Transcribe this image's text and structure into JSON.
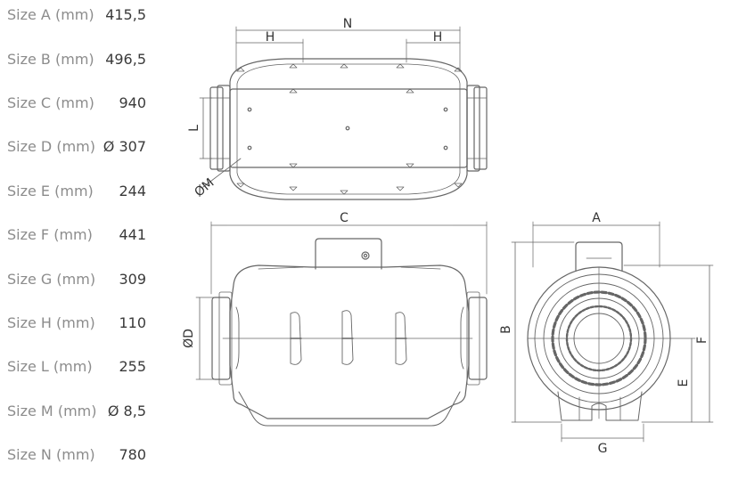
{
  "specs": [
    {
      "label": "Size A (mm)",
      "value": "415,5"
    },
    {
      "label": "Size B (mm)",
      "value": "496,5"
    },
    {
      "label": "Size C (mm)",
      "value": "940"
    },
    {
      "label": "Size D (mm)",
      "value": "Ø 307"
    },
    {
      "label": "Size E (mm)",
      "value": "244"
    },
    {
      "label": "Size F (mm)",
      "value": "441"
    },
    {
      "label": "Size G (mm)",
      "value": "309"
    },
    {
      "label": "Size H (mm)",
      "value": "110"
    },
    {
      "label": "Size L (mm)",
      "value": "255"
    },
    {
      "label": "Size M (mm)",
      "value": "Ø 8,5"
    },
    {
      "label": "Size N (mm)",
      "value": "780"
    }
  ],
  "drawing_labels": {
    "n": "N",
    "h_left": "H",
    "h_right": "H",
    "l": "L",
    "m": "ØM",
    "c": "C",
    "d": "ØD",
    "a": "A",
    "b": "B",
    "f": "F",
    "e": "E",
    "g": "G"
  }
}
